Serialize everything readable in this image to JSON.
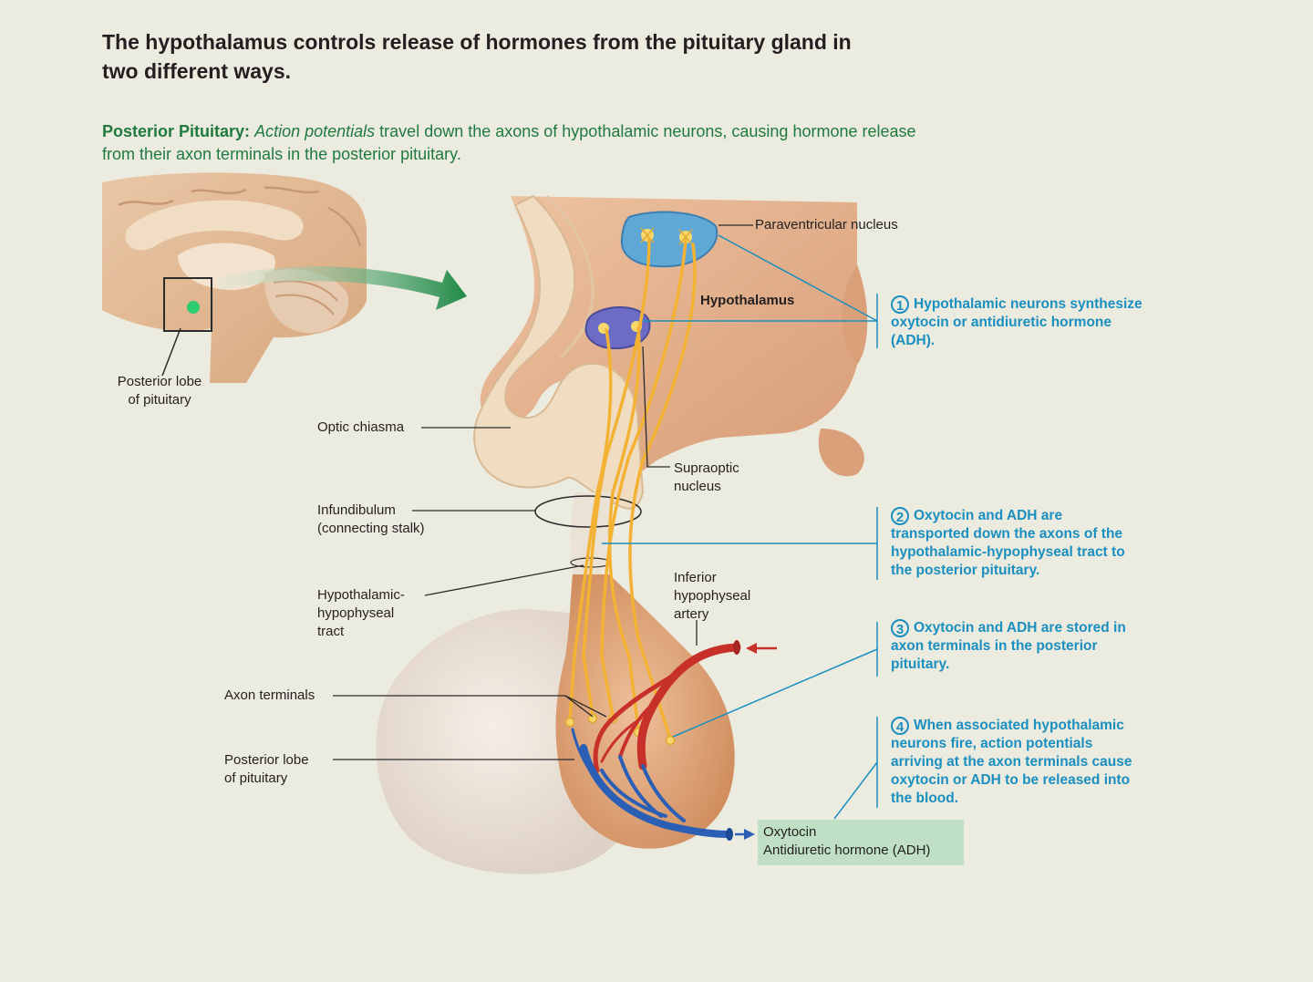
{
  "title": "The hypothalamus controls release of hormones from the pituitary gland in two different ways.",
  "subtitle": {
    "lead": "Posterior Pituitary:",
    "italic": "Action potentials",
    "rest": "travel down the axons of hypothalamic neurons, causing hormone release from their axon terminals in the posterior pituitary."
  },
  "labels": {
    "inset_posterior_lobe": [
      "Posterior lobe",
      "of pituitary"
    ],
    "paraventricular": "Paraventricular nucleus",
    "hypothalamus": "Hypothalamus",
    "optic_chiasma": "Optic chiasma",
    "supraoptic": [
      "Supraoptic",
      "nucleus"
    ],
    "infundibulum": [
      "Infundibulum",
      "(connecting stalk)"
    ],
    "tract": [
      "Hypothalamic-",
      "hypophyseal",
      "tract"
    ],
    "inferior_artery": [
      "Inferior",
      "hypophyseal",
      "artery"
    ],
    "axon_terminals": "Axon terminals",
    "posterior_lobe": [
      "Posterior lobe",
      "of pituitary"
    ]
  },
  "steps": [
    {
      "num": "1",
      "lines": [
        "Hypothalamic neurons synthesize",
        "oxytocin or antidiuretic hormone",
        "(ADH)."
      ]
    },
    {
      "num": "2",
      "lines": [
        "Oxytocin and ADH are",
        "transported down the axons of the",
        "hypothalamic-hypophyseal tract to",
        "the posterior pituitary."
      ]
    },
    {
      "num": "3",
      "lines": [
        "Oxytocin and ADH are stored in",
        "axon terminals in the posterior",
        "pituitary."
      ]
    },
    {
      "num": "4",
      "lines": [
        "When associated hypothalamic",
        "neurons fire, action potentials",
        "arriving at the axon terminals cause",
        "oxytocin or ADH to be released into",
        "the blood."
      ]
    }
  ],
  "output": {
    "line1": "Oxytocin",
    "line2": "Antidiuretic hormone (ADH)"
  },
  "colors": {
    "background": "#ecebdf",
    "title": "#231f20",
    "subtitle_green": "#1f7a3f",
    "step_blue": "#1a8fc0",
    "artery_red": "#c8302a",
    "vein_blue": "#2a5fb5",
    "axon_yellow": "#f3b233",
    "output_box": "#bfe0c4"
  }
}
